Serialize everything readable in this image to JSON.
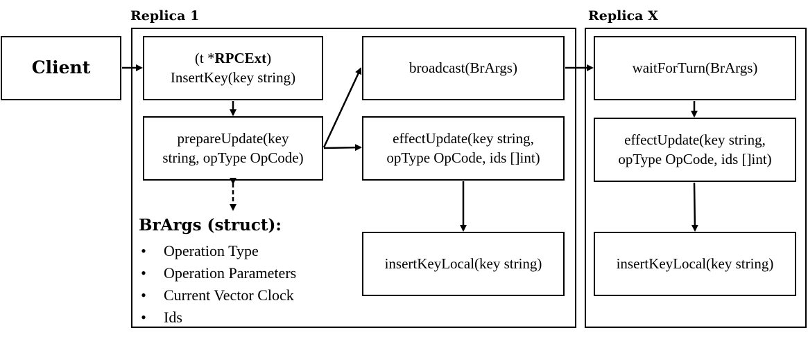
{
  "frames": {
    "replica1": {
      "label": "Replica 1"
    },
    "replicaX": {
      "label": "Replica X"
    }
  },
  "client": {
    "label": "Client"
  },
  "replica1": {
    "insert_key": {
      "line1_prefix": "(t *",
      "line1_bold": "RPCExt",
      "line1_suffix": ")",
      "line2": "InsertKey(key string)"
    },
    "prepare_update": {
      "line1": "prepareUpdate(key",
      "line2": "string, opType OpCode)"
    },
    "broadcast": {
      "label": "broadcast(BrArgs)"
    },
    "effect_update": {
      "line1": "effectUpdate(key string,",
      "line2": "opType OpCode, ids []int)"
    },
    "insert_key_local": {
      "label": "insertKeyLocal(key string)"
    },
    "brargs": {
      "title": "BrArgs (struct):",
      "bullet": "•",
      "items": [
        "Operation Type",
        "Operation Parameters",
        "Current Vector Clock",
        "Ids"
      ]
    }
  },
  "replicaX": {
    "wait_for_turn": {
      "label": "waitForTurn(BrArgs)"
    },
    "effect_update": {
      "line1": "effectUpdate(key string,",
      "line2": "opType OpCode, ids []int)"
    },
    "insert_key_local": {
      "label": "insertKeyLocal(key string)"
    }
  }
}
